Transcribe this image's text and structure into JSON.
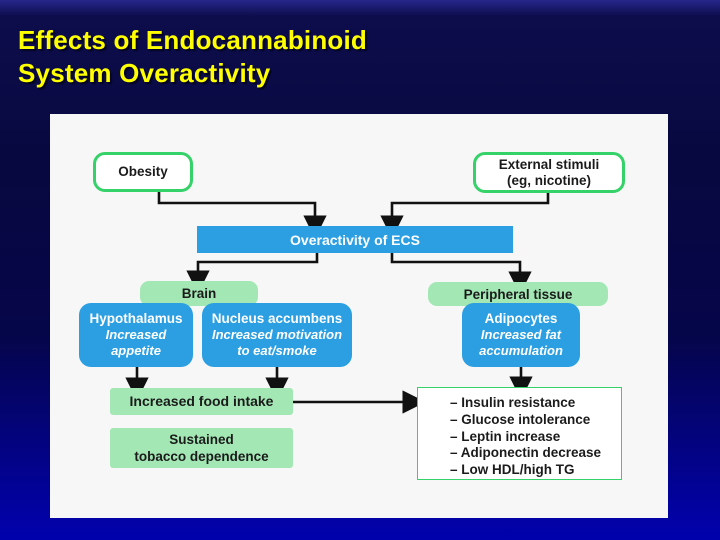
{
  "slide": {
    "title_line1": "Effects of Endocannabinoid",
    "title_line2": "System Overactivity"
  },
  "nodes": {
    "obesity": "Obesity",
    "external_line1": "External stimuli",
    "external_line2": "(eg, nicotine)",
    "ecs": "Overactivity of ECS",
    "brain": "Brain",
    "peripheral": "Peripheral tissue",
    "hypothalamus_title": "Hypothalamus",
    "hypothalamus_sub1": "Increased",
    "hypothalamus_sub2": "appetite",
    "nucleus_title": "Nucleus accumbens",
    "nucleus_sub1": "Increased motivation",
    "nucleus_sub2": "to eat/smoke",
    "adipocytes_title": "Adipocytes",
    "adipocytes_sub1": "Increased fat",
    "adipocytes_sub2": "accumulation",
    "food_intake": "Increased food intake",
    "tobacco_line1": "Sustained",
    "tobacco_line2": "tobacco dependence"
  },
  "outcomes": [
    "– Insulin resistance",
    "– Glucose intolerance",
    "– Leptin increase",
    "– Adiponectin decrease",
    "– Low HDL/high TG"
  ],
  "colors": {
    "background_top": "#080840",
    "background_bottom": "#0101ad",
    "title": "#ffff00",
    "panel": "#f7f7f8",
    "node_blue": "#2b9fe2",
    "node_green_light": "#a3e8b4",
    "border_green": "#35d169",
    "text_dark": "#1b1b1b",
    "arrow": "#111111"
  }
}
